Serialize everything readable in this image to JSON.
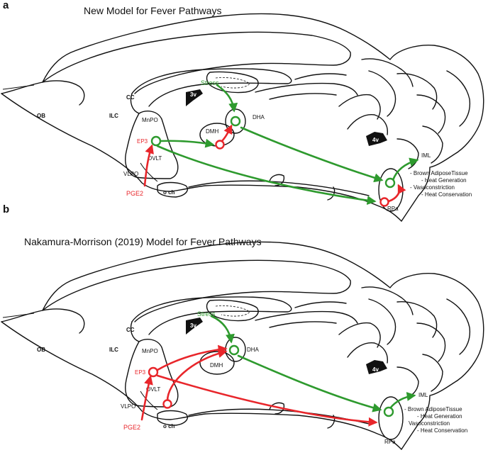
{
  "panel_a": {
    "letter": "a",
    "title": "New Model for Fever Pathways",
    "labels": {
      "ob": "OB",
      "ilc": "ILC",
      "cc": "CC",
      "third_v": "3v",
      "fourth_v": "4v",
      "mnpo": "MnPO",
      "ep3": "EP3",
      "ovlt": "OVLT",
      "vlpo": "VLPO",
      "pge2": "PGE2",
      "och": "o ch",
      "stress": "Stress",
      "dha": "DHA",
      "dmh": "DMH",
      "iml": "IML",
      "rpa": "RPa"
    },
    "effects": [
      "- Brown AdiposeTissue",
      "- Heat Generation",
      "- Vasoconstriction",
      "- Heat Conservation"
    ]
  },
  "panel_b": {
    "letter": "b",
    "title": "Nakamura-Morrison (2019) Model for Fever Pathways",
    "labels": {
      "ob": "OB",
      "ilc": "ILC",
      "cc": "CC",
      "third_v": "3v",
      "fourth_v": "4v",
      "mnpo": "MnPO",
      "ep3": "EP3",
      "ovlt": "OVLT",
      "vlpo": "VLPO",
      "pge2": "PGE2",
      "och": "o ch",
      "stress": "Stress",
      "dha": "DHA",
      "dmh": "DMH",
      "iml": "IML",
      "rpa": "RPa"
    },
    "effects": [
      "- Brown AdiposeTissue",
      "- Heat Generation",
      "Vasoconstriction",
      "- Heat Conservation"
    ]
  },
  "colors": {
    "excitatory_green": "#2e9a2e",
    "prostaglandin_red": "#e8262b",
    "outline": "#111111"
  }
}
